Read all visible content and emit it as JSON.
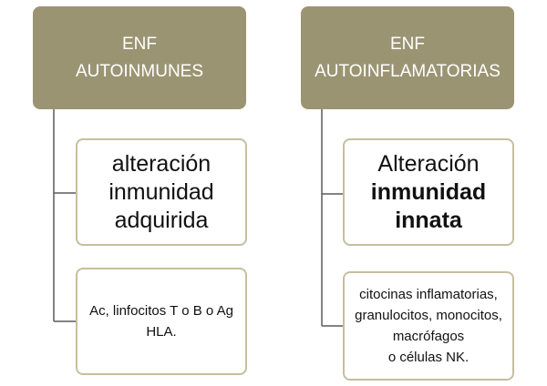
{
  "left": {
    "header": {
      "line1": "ENF",
      "line2": "AUTOINMUNES"
    },
    "child1": {
      "line1": "alteración",
      "line2": "inmunidad",
      "line3": "adquirida"
    },
    "child2": {
      "line1": "Ac, linfocitos T o B o Ag",
      "line2": "HLA."
    }
  },
  "right": {
    "header": {
      "line1": "ENF",
      "line2": "AUTOINFLAMATORIAS"
    },
    "child1": {
      "line1": "Alteración",
      "line2": "inmunidad",
      "line3": "innata"
    },
    "child2": {
      "line1": "citocinas inflamatorias,",
      "line2": "granulocitos, monocitos,",
      "line3": "macrófagos",
      "line4": "o células NK."
    }
  },
  "colors": {
    "header_fill": "#9b9473",
    "child_border": "#c5bf9f",
    "connector": "#5a5a5a"
  }
}
